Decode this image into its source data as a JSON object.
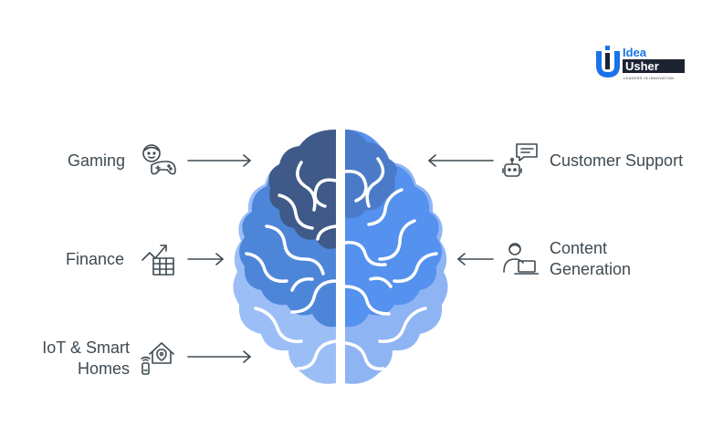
{
  "logo": {
    "line1": "Idea",
    "line2": "Usher",
    "tagline": "LEADERS IN INNOVATION"
  },
  "items": {
    "gaming": "Gaming",
    "finance": "Finance",
    "iot_line1": "IoT & Smart",
    "iot_line2": "Homes",
    "support": "Customer Support",
    "content_line1": "Content",
    "content_line2": "Generation"
  },
  "colors": {
    "text": "#3f4a52",
    "brain_dark": "#3f5a88",
    "brain_mid": "#4d86d9",
    "brain_light": "#9cbef7",
    "brain_right_dark": "#4b7bc8",
    "brain_right_mid": "#5591ee",
    "brain_right_light": "#8fb4f3",
    "logo_blue": "#1a73e8",
    "logo_dark": "#1c2331"
  },
  "icons": {
    "gaming": "gamepad-face-icon",
    "finance": "growth-chart-icon",
    "iot": "smart-home-icon",
    "support": "chatbot-icon",
    "content": "person-laptop-icon"
  }
}
